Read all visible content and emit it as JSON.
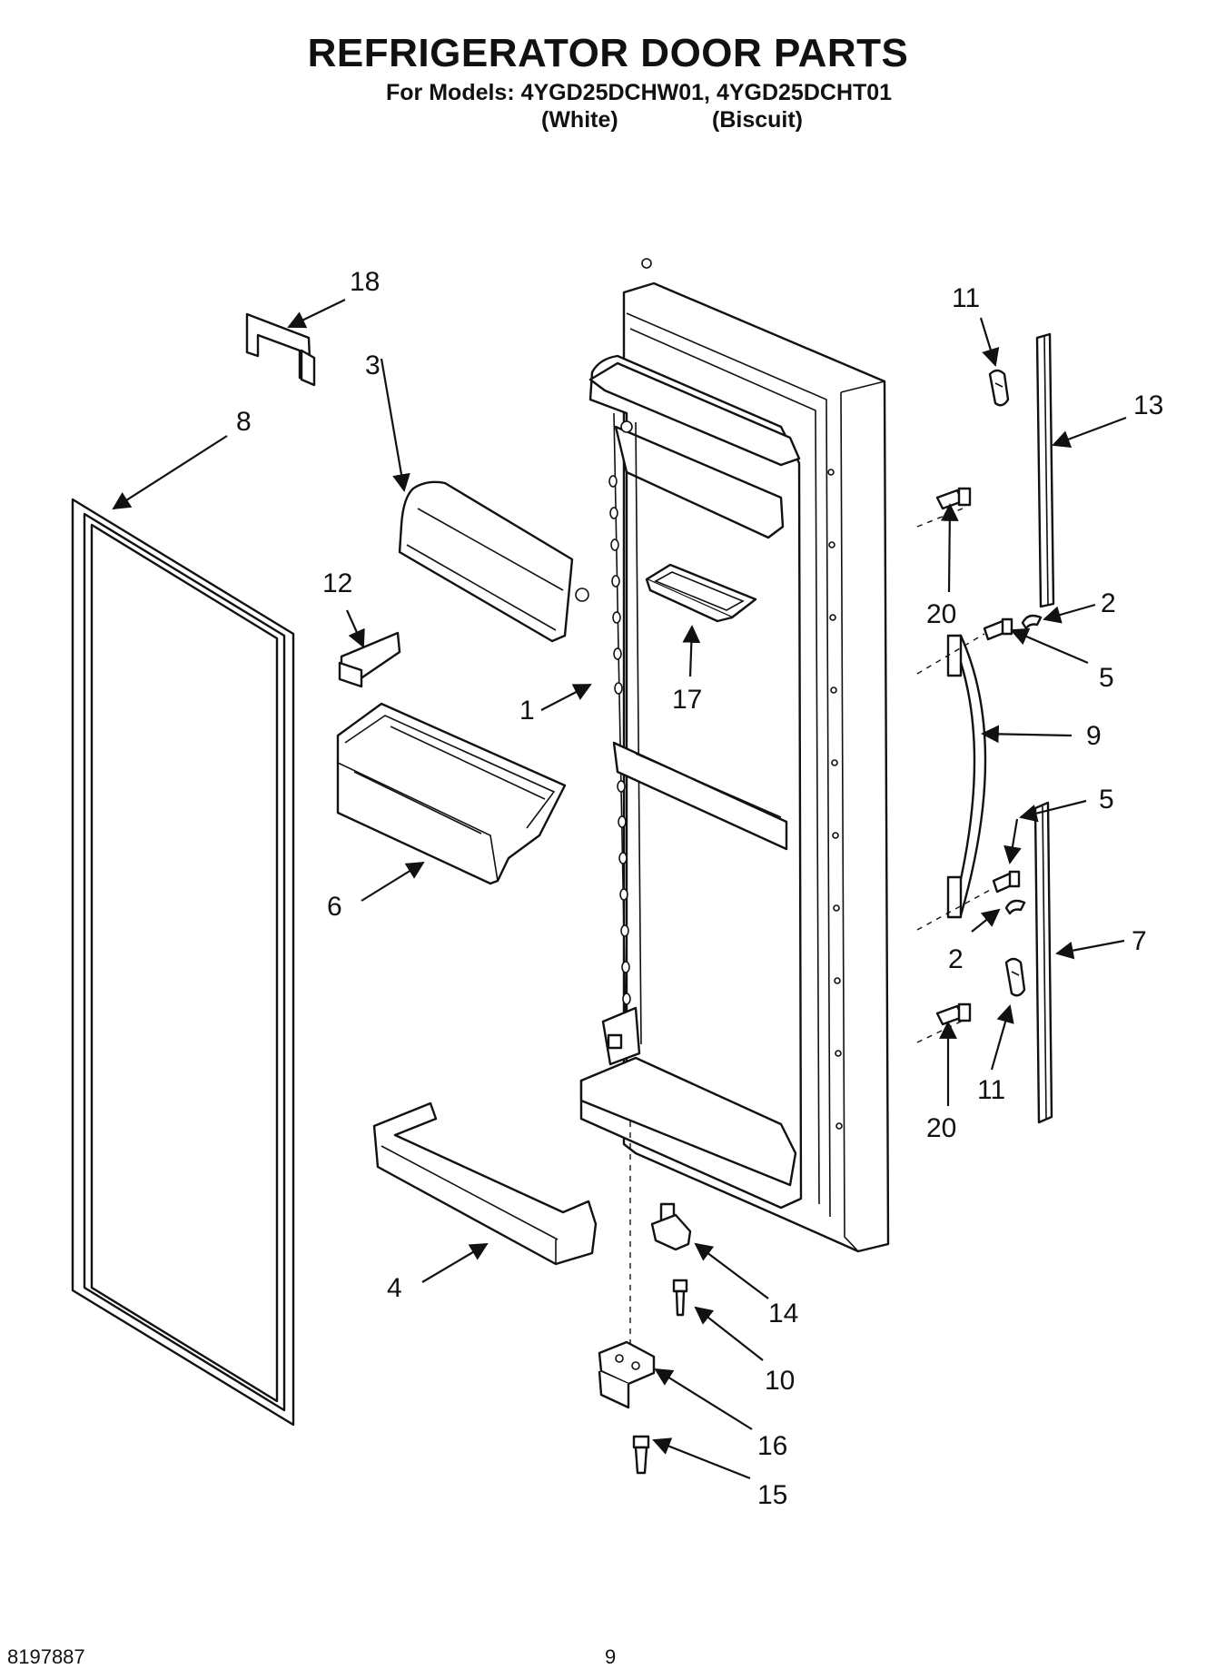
{
  "header": {
    "title": "REFRIGERATOR DOOR PARTS",
    "models_line": "For Models: 4YGD25DCHW01, 4YGD25DCHT01",
    "variant_1": "(White)",
    "variant_2": "(Biscuit)"
  },
  "callouts": {
    "c18": "18",
    "c3": "3",
    "c8": "8",
    "c12": "12",
    "c6": "6",
    "c4": "4",
    "c1": "1",
    "c17": "17",
    "c11a": "11",
    "c13": "13",
    "c20a": "20",
    "c2a": "2",
    "c5a": "5",
    "c9": "9",
    "c5b": "5",
    "c7": "7",
    "c2b": "2",
    "c11b": "11",
    "c20b": "20",
    "c14": "14",
    "c10": "10",
    "c16": "16",
    "c15": "15"
  },
  "footer": {
    "doc_number": "8197887",
    "page_number": "9"
  }
}
